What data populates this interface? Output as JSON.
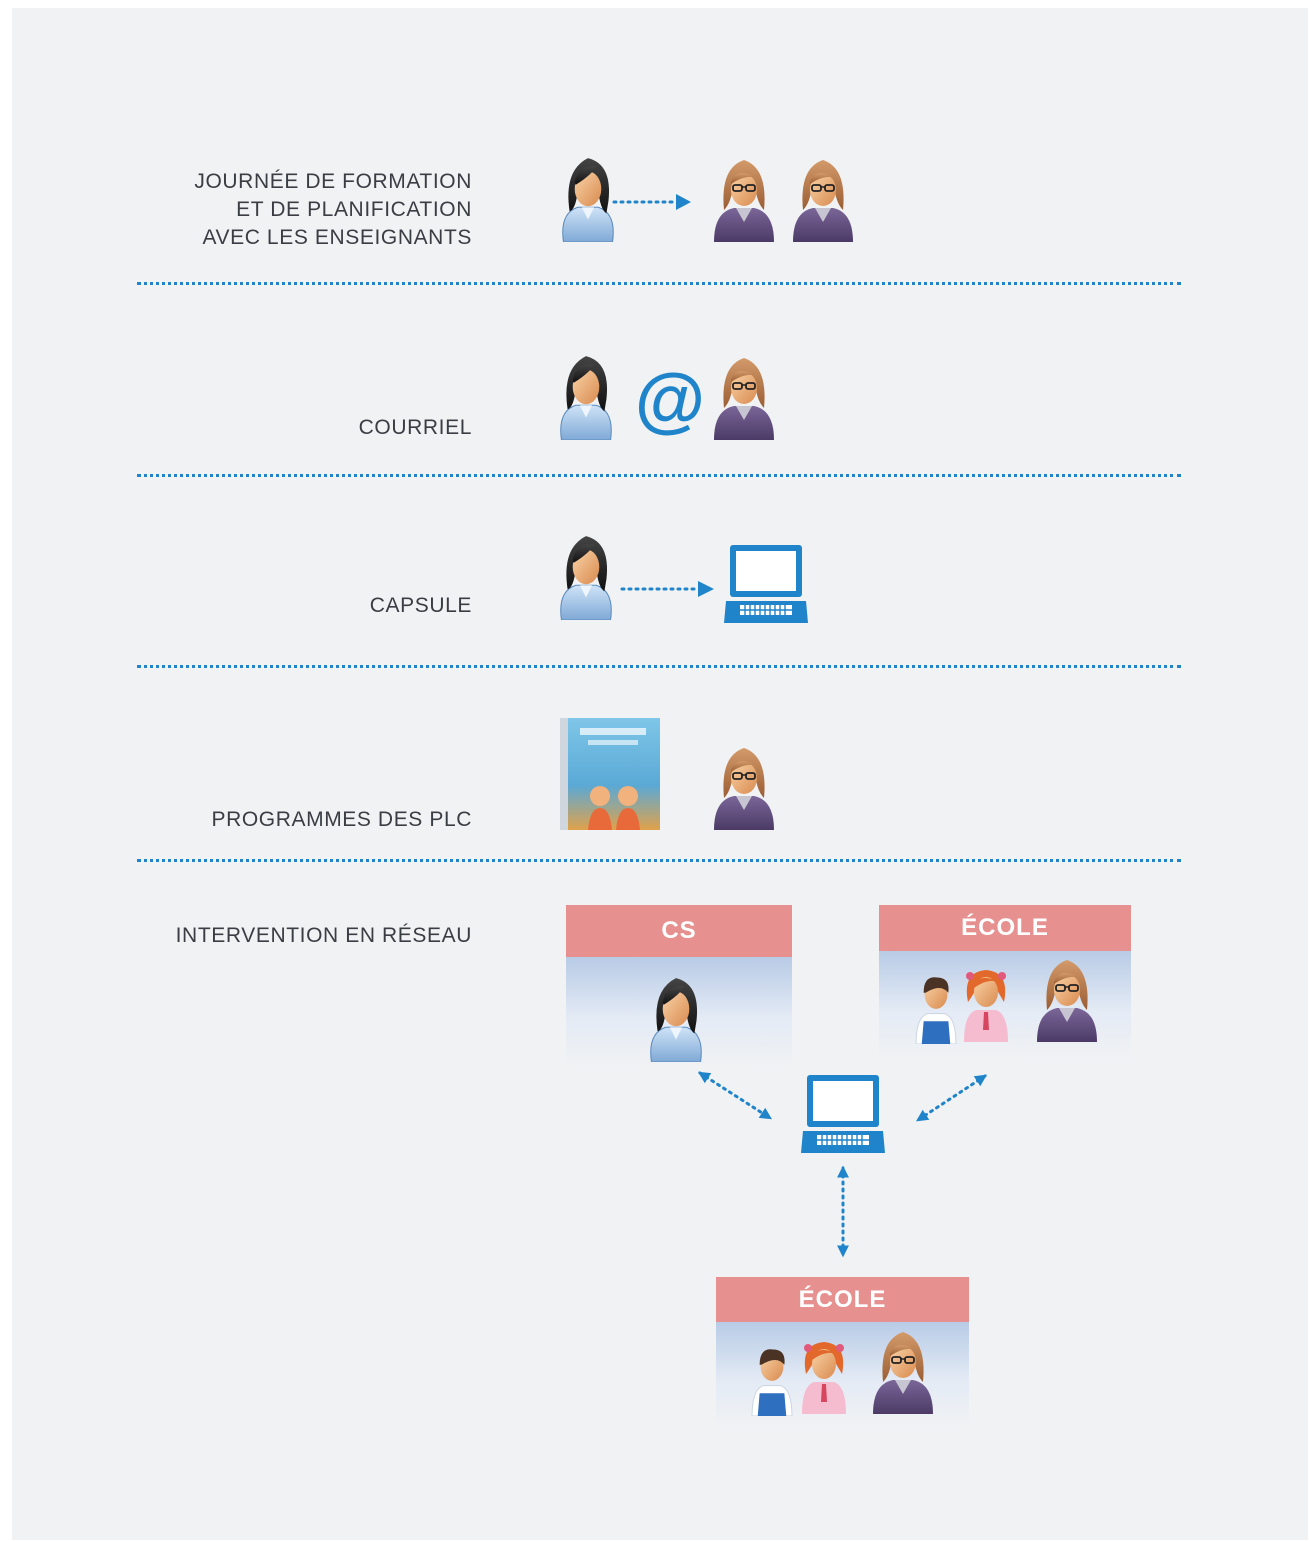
{
  "rows": [
    {
      "label_lines": [
        "JOURNÉE DE FORMATION",
        "ET DE PLANIFICATION",
        "AVEC LES ENSEIGNANTS"
      ]
    },
    {
      "label": "COURRIEL",
      "symbol": "@"
    },
    {
      "label": "CAPSULE"
    },
    {
      "label": "PROGRAMMES DES PLC"
    },
    {
      "label": "INTERVENTION EN RÉSEAU"
    }
  ],
  "network": {
    "cs_title": "CS",
    "school_title_right": "ÉCOLE",
    "school_title_bottom": "ÉCOLE"
  },
  "colors": {
    "accent_blue": "#1f84c9",
    "box_header": "#e69190",
    "background": "#f1f2f4",
    "text": "#3a3d44"
  },
  "icons": [
    "advisor-icon",
    "teacher-icon",
    "laptop-icon",
    "book-cover-icon",
    "boy-student-icon",
    "girl-student-icon",
    "at-sign-icon",
    "arrow-icon"
  ]
}
